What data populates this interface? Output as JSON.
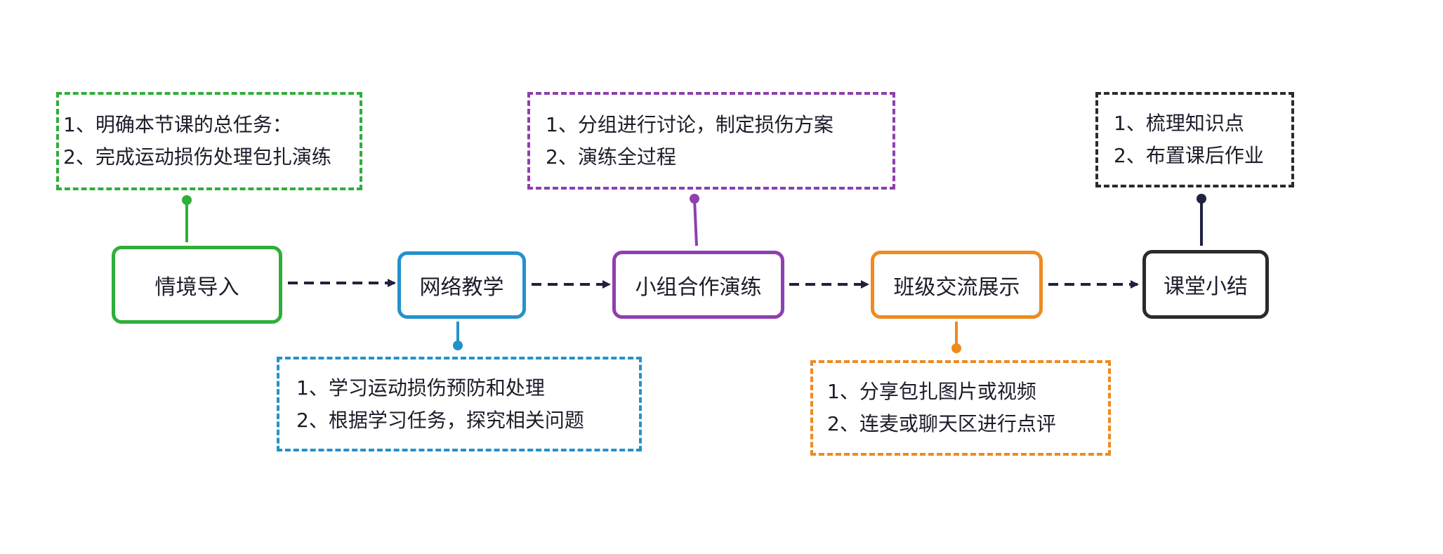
{
  "colors": {
    "green": "#2fae3a",
    "blue": "#2392cb",
    "purple": "#8e3fb0",
    "orange": "#ef8a1f",
    "black": "#2b2b2b",
    "arrow": "#1f2140"
  },
  "steps": [
    {
      "id": "step-1",
      "label": "情境导入",
      "color": "green"
    },
    {
      "id": "step-2",
      "label": "网络教学",
      "color": "blue"
    },
    {
      "id": "step-3",
      "label": "小组合作演练",
      "color": "purple"
    },
    {
      "id": "step-4",
      "label": "班级交流展示",
      "color": "orange"
    },
    {
      "id": "step-5",
      "label": "课堂小结",
      "color": "black"
    }
  ],
  "notes": [
    {
      "step": "step-1",
      "lines": [
        "1、明确本节课的总任务：",
        "2、完成运动损伤处理包扎演练"
      ]
    },
    {
      "step": "step-2",
      "lines": [
        "1、学习运动损伤预防和处理",
        "2、根据学习任务，探究相关问题"
      ]
    },
    {
      "step": "step-3",
      "lines": [
        "1、分组进行讨论，制定损伤方案",
        "2、演练全过程"
      ]
    },
    {
      "step": "step-4",
      "lines": [
        "1、分享包扎图片或视频",
        "2、连麦或聊天区进行点评"
      ]
    },
    {
      "step": "step-5",
      "lines": [
        "1、梳理知识点",
        "2、布置课后作业"
      ]
    }
  ],
  "flow": [
    {
      "from": "step-1",
      "to": "step-2"
    },
    {
      "from": "step-2",
      "to": "step-3"
    },
    {
      "from": "step-3",
      "to": "step-4"
    },
    {
      "from": "step-4",
      "to": "step-5"
    }
  ]
}
